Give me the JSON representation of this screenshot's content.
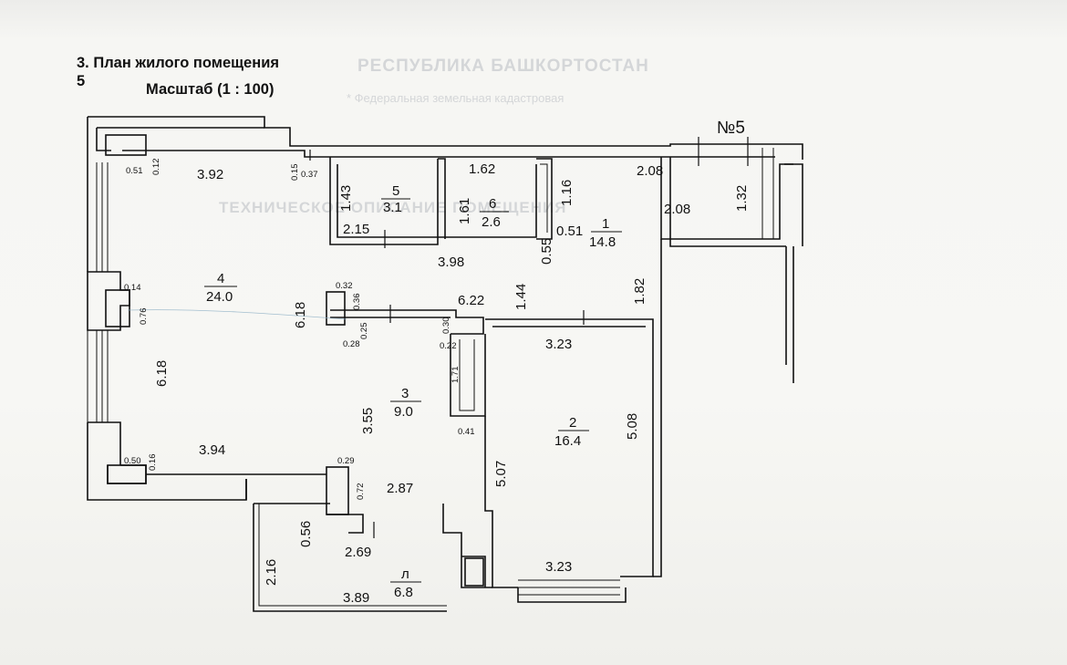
{
  "header": {
    "section_title": "3. План жилого помещения",
    "section_number": "5",
    "scale": "Масштаб (1 : 100)"
  },
  "unit_label": "№5",
  "rooms": [
    {
      "number": "1",
      "area": "14.8"
    },
    {
      "number": "2",
      "area": "16.4"
    },
    {
      "number": "3",
      "area": "9.0"
    },
    {
      "number": "4",
      "area": "24.0"
    },
    {
      "number": "5",
      "area": "3.1"
    },
    {
      "number": "6",
      "area": "2.6"
    },
    {
      "number": "л",
      "area": "6.8"
    }
  ],
  "dimensions": {
    "d_3_92": "3.92",
    "d_0_51": "0.51",
    "d_0_12": "0.12",
    "d_0_15": "0.15",
    "d_0_37": "0.37",
    "d_1_43": "1.43",
    "d_2_15": "2.15",
    "d_1_62": "1.62",
    "d_1_61": "1.61",
    "d_1_16": "1.16",
    "d_0_51b": "0.51",
    "d_0_55": "0.55",
    "d_2_08a": "2.08",
    "d_2_08b": "2.08",
    "d_1_32": "1.32",
    "d_3_98": "3.98",
    "d_1_44": "1.44",
    "d_1_82": "1.82",
    "d_6_22": "6.22",
    "d_0_14": "0.14",
    "d_0_76": "0.76",
    "d_6_18a": "6.18",
    "d_0_32": "0.32",
    "d_0_36": "0.36",
    "d_0_25": "0.25",
    "d_0_28": "0.28",
    "d_0_30": "0.30",
    "d_0_22": "0.22",
    "d_1_71": "1.71",
    "d_0_41": "0.41",
    "d_3_23a": "3.23",
    "d_6_18b": "6.18",
    "d_3_55": "3.55",
    "d_5_07": "5.07",
    "d_5_08": "5.08",
    "d_3_94": "3.94",
    "d_0_50": "0.50",
    "d_0_16": "0.16",
    "d_0_29": "0.29",
    "d_0_72": "0.72",
    "d_2_87": "2.87",
    "d_0_56": "0.56",
    "d_2_69": "2.69",
    "d_2_16": "2.16",
    "d_3_89": "3.89",
    "d_3_23b": "3.23"
  },
  "background_bleed": {
    "line1": "РЕСПУБЛИКА БАШКОРТОСТАН",
    "line2": "* Федеральная земельная кадастровая",
    "line3": "ТЕХНИЧЕСКОЕ ОПИСАНИЕ ПОМЕЩЕНИЯ"
  },
  "colors": {
    "ink": "#111111",
    "paper": "#f6f6f3",
    "bleed": "#b9bcc2"
  }
}
